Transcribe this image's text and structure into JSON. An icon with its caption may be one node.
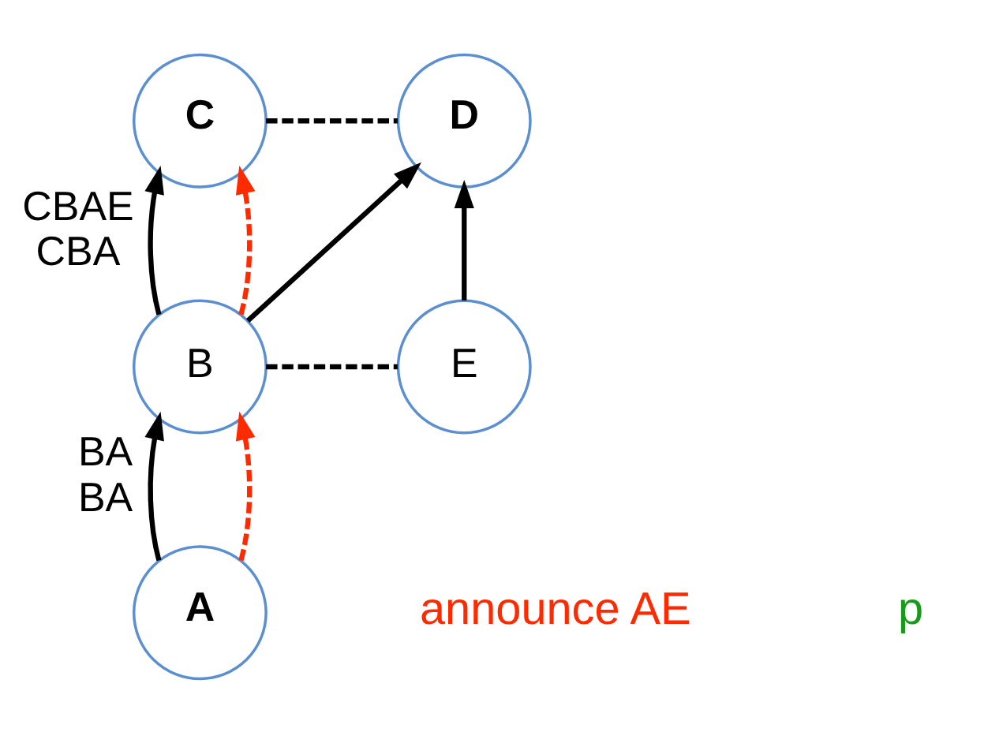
{
  "diagram": {
    "nodes": [
      {
        "text": [
          "C"
        ],
        "beside": [
          "CBAE",
          "CBA"
        ]
      },
      {
        "text": [
          "D"
        ]
      },
      {
        "text": [
          "B"
        ],
        "beside": [
          "BA",
          "BA"
        ]
      },
      {
        "text": [
          "E"
        ]
      },
      {
        "text": [
          "A"
        ]
      }
    ],
    "edges": [
      {
        "from": 4,
        "to": 2,
        "arrow": "to"
      },
      {
        "from": 4,
        "to": 2,
        "arrow": "to",
        "style": "dashed",
        "color": "#ff2a00"
      },
      {
        "from": 2,
        "to": 0,
        "arrow": "to"
      },
      {
        "from": 2,
        "to": 0,
        "arrow": "to",
        "style": "dashed",
        "color": "#ff2a00"
      },
      {
        "from": 0,
        "to": 1,
        "arrow": "none",
        "style": "dashed"
      },
      {
        "from": 2,
        "to": 1,
        "arrow": "to"
      },
      {
        "from": 2,
        "to": 3,
        "arrow": "none",
        "style": "dashed"
      },
      {
        "from": 3,
        "to": 1,
        "arrow": "to"
      }
    ],
    "labels": [
      "announce AE",
      "p"
    ]
  }
}
